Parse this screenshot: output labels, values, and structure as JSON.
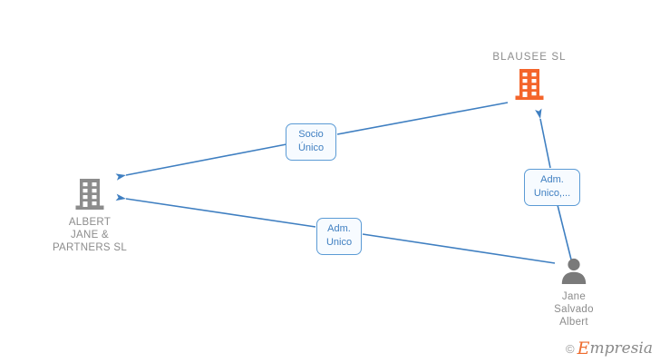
{
  "diagram": {
    "type": "entity-relationship-network",
    "colors": {
      "company_primary": "#f4652b",
      "company_secondary": "#8c8c8c",
      "person": "#7a7a7a",
      "edge": "#3f7fc1",
      "label_border": "#5b9bd5",
      "label_text": "#3f7fc1",
      "node_text": "#8c8c8c"
    },
    "nodes": [
      {
        "id": "blausee",
        "name": "BLAUSEE  SL",
        "icon": "building-icon",
        "kind": "company",
        "color": "#f4652b",
        "label_position": "above"
      },
      {
        "id": "albert",
        "name": "ALBERT\nJANE &\nPARTNERS  SL",
        "icon": "building-icon",
        "kind": "company",
        "color": "#8c8c8c",
        "label_position": "below"
      },
      {
        "id": "person",
        "name": "Jane\nSalvado\nAlbert",
        "icon": "person-icon",
        "kind": "person",
        "color": "#7a7a7a",
        "label_position": "below"
      }
    ],
    "edges": [
      {
        "id": "edge-socio-unico",
        "from": "blausee",
        "to": "albert",
        "label": "Socio\nÚnico",
        "direction": "to-albert"
      },
      {
        "id": "edge-adm-unico",
        "from": "person",
        "to": "albert",
        "label": "Adm.\nUnico",
        "direction": "to-albert"
      },
      {
        "id": "edge-adm-unico-2",
        "from": "person",
        "to": "blausee",
        "label": "Adm.\nUnico,...",
        "direction": "to-blausee"
      }
    ]
  },
  "watermark": {
    "copyright": "©",
    "brand_initial": "E",
    "brand_rest": "mpresia"
  }
}
